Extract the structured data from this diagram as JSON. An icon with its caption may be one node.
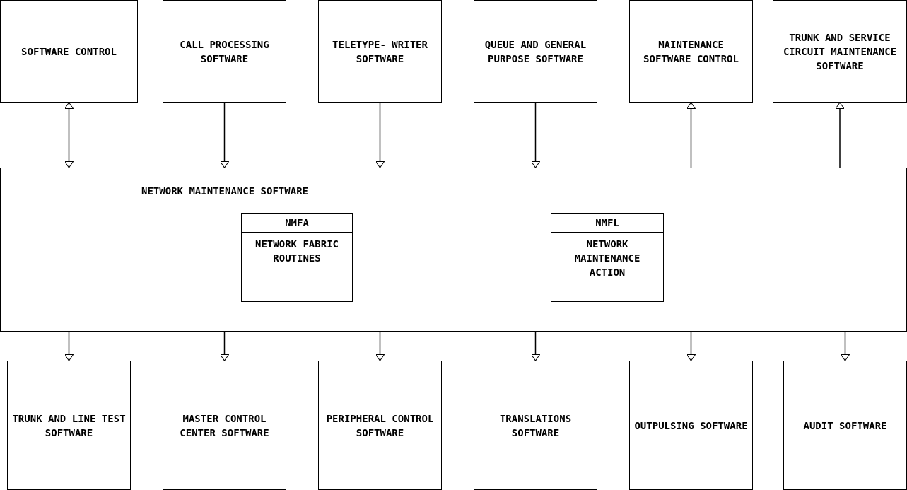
{
  "diagram": {
    "nodes": [
      {
        "text": [
          "SOFTWARE CONTROL"
        ]
      },
      {
        "text": [
          "CALL PROCESSING SOFTWARE"
        ]
      },
      {
        "text": [
          "TELETYPE- WRITER SOFTWARE"
        ]
      },
      {
        "text": [
          "QUEUE AND GENERAL PURPOSE SOFTWARE"
        ]
      },
      {
        "text": [
          "MAINTENANCE SOFTWARE CONTROL"
        ]
      },
      {
        "text": [
          "TRUNK AND SERVICE CIRCUIT MAINTENANCE SOFTWARE"
        ]
      },
      {
        "text": [
          "NETWORK MAINTENANCE SOFTWARE"
        ]
      },
      {
        "text": [
          "NMFA",
          "NETWORK FABRIC ROUTINES"
        ],
        "in": 6
      },
      {
        "text": [
          "NMFL",
          "NETWORK MAINTENANCE ACTION"
        ],
        "in": 6
      },
      {
        "text": [
          "TRUNK AND LINE TEST SOFTWARE"
        ]
      },
      {
        "text": [
          "MASTER CONTROL CENTER SOFTWARE"
        ]
      },
      {
        "text": [
          "PERIPHERAL CONTROL SOFTWARE"
        ]
      },
      {
        "text": [
          "TRANSLATIONS SOFTWARE"
        ]
      },
      {
        "text": [
          "OUTPULSING SOFTWARE"
        ]
      },
      {
        "text": [
          "AUDIT SOFTWARE"
        ]
      }
    ],
    "edges": [
      {
        "from": 0,
        "to": 6,
        "arrow": "both"
      },
      {
        "from": 1,
        "to": 6,
        "arrow": "to"
      },
      {
        "from": 2,
        "to": 6,
        "arrow": "to"
      },
      {
        "from": 3,
        "to": 6,
        "arrow": "to"
      },
      {
        "from": 6,
        "to": 4,
        "arrow": "to"
      },
      {
        "from": 6,
        "to": 5,
        "arrow": "to"
      },
      {
        "from": 6,
        "to": 9,
        "arrow": "to"
      },
      {
        "from": 6,
        "to": 10,
        "arrow": "to"
      },
      {
        "from": 6,
        "to": 11,
        "arrow": "to"
      },
      {
        "from": 6,
        "to": 12,
        "arrow": "to"
      },
      {
        "from": 6,
        "to": 13,
        "arrow": "to"
      },
      {
        "from": 6,
        "to": 14,
        "arrow": "to"
      }
    ]
  }
}
